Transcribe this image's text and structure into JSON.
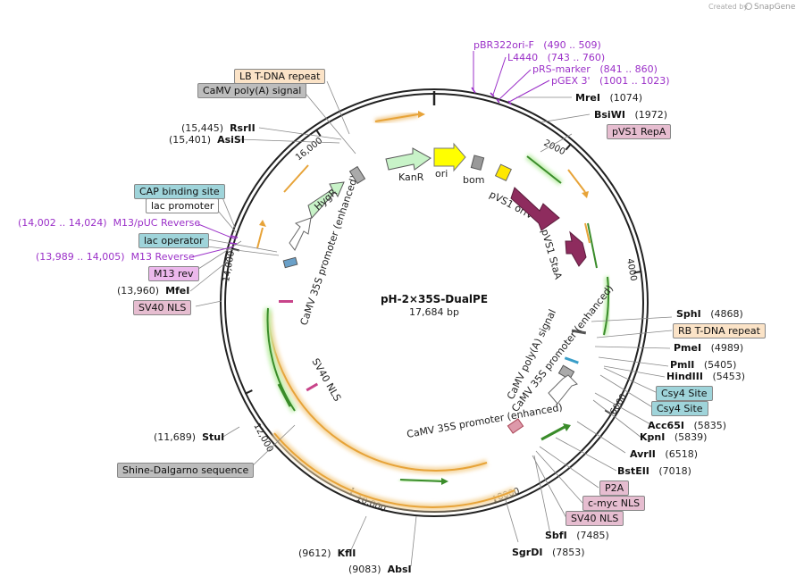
{
  "credit": {
    "prefix": "Created by",
    "brand": "SnapGene"
  },
  "plasmid": {
    "name": "pH-2×35S-DualPE",
    "length": "17,684 bp"
  },
  "colors": {
    "backbone": "#222222",
    "lb_rb": "#fbe3c7",
    "cap": "#9fd4da",
    "polyA": "#bdbdbd",
    "nls": "#e6bdd0",
    "m13rev": "#ecb8ec",
    "primer": "#9b30c8",
    "marker": "#2f8f2f",
    "kanr": "#c8f3c8",
    "ori": "#ffff00",
    "pvs1": "#8e2c5e",
    "outerArrow": "#e7a338",
    "innerArrow": "#3a8c2a"
  },
  "ticks": [
    "2000",
    "4000",
    "6000",
    "8000",
    "10,000",
    "12,000",
    "14,000",
    "16,000"
  ],
  "features": {
    "hygr": "HygR",
    "kanr": "KanR",
    "ori": "ori",
    "bom": "bom",
    "pvs1_oriv": "pVS1 oriV",
    "pvs1_stab": "pVS1 StaA",
    "camv35s_a": "CaMV 35S promoter (enhanced)",
    "camv35s_b": "CaMV 35S promoter (enhanced)",
    "camv35s_c": "CaMV 35S promoter (enhanced)",
    "camv_polya": "CaMV poly(A) signal",
    "sv40nls": "SV40 NLS"
  },
  "boxes": {
    "lb": "LB T-DNA repeat",
    "camv_polya": "CaMV poly(A) signal",
    "pvs1_repa": "pVS1 RepA",
    "cap": "CAP binding site",
    "lac_promoter": "lac promoter",
    "lac_operator": "lac operator",
    "m13rev": "M13 rev",
    "sv40nls_left": "SV40 NLS",
    "rb": "RB T-DNA repeat",
    "csy4_a": "Csy4 Site",
    "csy4_b": "Csy4 Site",
    "shine": "Shine-Dalgarno sequence",
    "p2a": "P2A",
    "cmyc": "c-myc NLS",
    "sv40nls_bottom": "SV40 NLS"
  },
  "primers": [
    {
      "name": "pBR322ori-F",
      "range": "(490 .. 509)"
    },
    {
      "name": "L4440",
      "range": "(743 .. 760)"
    },
    {
      "name": "pRS-marker",
      "range": "(841 .. 860)"
    },
    {
      "name": "pGEX 3'",
      "range": "(1001 .. 1023)"
    },
    {
      "name": "M13/pUC Reverse",
      "range": "(14,002 .. 14,024)"
    },
    {
      "name": "M13 Reverse",
      "range": "(13,989 .. 14,005)"
    }
  ],
  "enzymes": [
    {
      "name": "MreI",
      "pos": "(1074)"
    },
    {
      "name": "BsiWI",
      "pos": "(1972)"
    },
    {
      "name": "RsrII",
      "pos": "(15,445)"
    },
    {
      "name": "AsiSI",
      "pos": "(15,401)"
    },
    {
      "name": "MfeI",
      "pos": "(13,960)"
    },
    {
      "name": "SphI",
      "pos": "(4868)"
    },
    {
      "name": "PmeI",
      "pos": "(4989)"
    },
    {
      "name": "PmlI",
      "pos": "(5405)"
    },
    {
      "name": "HindIII",
      "pos": "(5453)"
    },
    {
      "name": "Acc65I",
      "pos": "(5835)"
    },
    {
      "name": "KpnI",
      "pos": "(5839)"
    },
    {
      "name": "AvrII",
      "pos": "(6518)"
    },
    {
      "name": "BstEII",
      "pos": "(7018)"
    },
    {
      "name": "StuI",
      "pos": "(11,689)"
    },
    {
      "name": "KflI",
      "pos": "(9612)"
    },
    {
      "name": "AbsI",
      "pos": "(9083)"
    },
    {
      "name": "SbfI",
      "pos": "(7485)"
    },
    {
      "name": "SgrDI",
      "pos": "(7853)"
    }
  ]
}
